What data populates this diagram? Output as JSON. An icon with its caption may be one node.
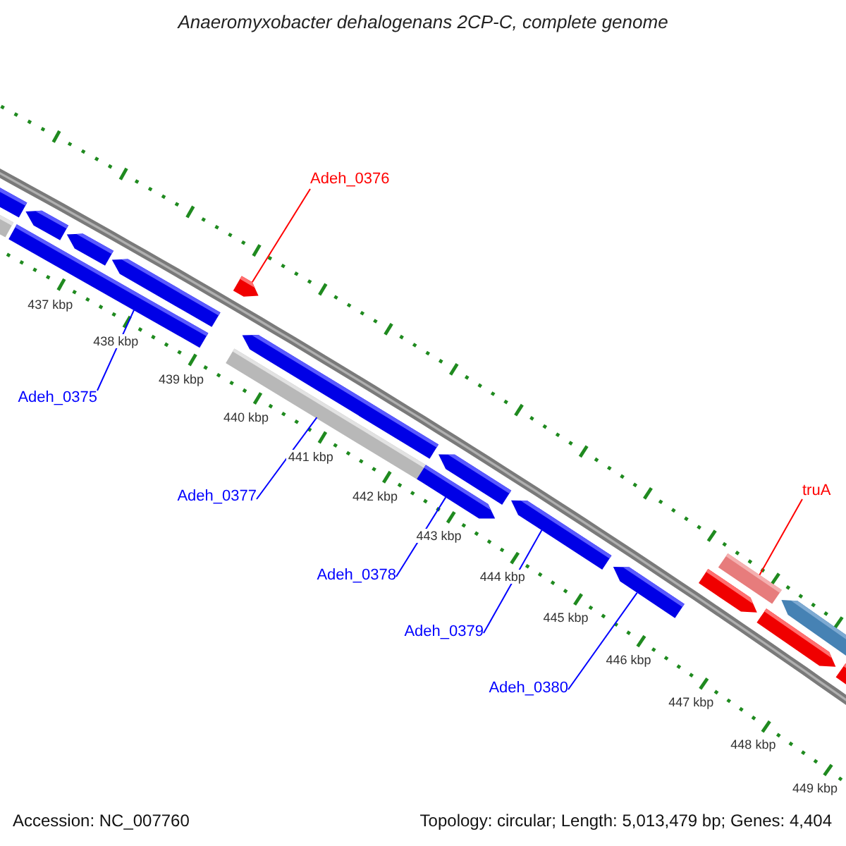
{
  "diagram": {
    "title": "Anaeromyxobacter dehalogenans 2CP-C, complete genome",
    "nodes": [
      {
        "text": [
          "Adeh_0376"
        ]
      },
      {
        "text": [
          "Adeh_0375"
        ]
      },
      {
        "text": [
          "truA"
        ]
      },
      {
        "text": [
          "Adeh_0377"
        ]
      },
      {
        "text": [
          "Adeh_0378"
        ]
      },
      {
        "text": [
          "Adeh_0379"
        ]
      },
      {
        "text": [
          "Adeh_0380"
        ]
      },
      {
        "text": [],
        "shape": "bar"
      },
      {
        "text": [],
        "shape": "arrow"
      },
      {
        "text": [],
        "shape": "bar"
      },
      {
        "text": [],
        "shape": "arrow"
      },
      {
        "text": [],
        "shape": "arrow"
      },
      {
        "text": [],
        "shape": "arrow"
      },
      {
        "text": [],
        "shape": "bar"
      }
    ],
    "edges": [
      {
        "from": 0,
        "to": 8,
        "arrow": "none",
        "color": "#ff0000"
      },
      {
        "from": 1,
        "to": 7,
        "arrow": "none"
      },
      {
        "from": 2,
        "to": 13,
        "arrow": "none",
        "color": "#ff0000"
      },
      {
        "from": 3,
        "to": 9,
        "arrow": "none"
      },
      {
        "from": 4,
        "to": 10,
        "arrow": "none"
      },
      {
        "from": 5,
        "to": 11,
        "arrow": "none"
      },
      {
        "from": 6,
        "to": 12,
        "arrow": "none"
      }
    ],
    "labels": [
      "437 kbp",
      "438 kbp",
      "439 kbp",
      "440 kbp",
      "441 kbp",
      "442 kbp",
      "443 kbp",
      "444 kbp",
      "445 kbp",
      "446 kbp",
      "447 kbp",
      "448 kbp",
      "449 kbp",
      "Accession: NC_007760",
      "Topology: circular; Length: 5,013,479 bp; Genes: 4,404"
    ]
  }
}
